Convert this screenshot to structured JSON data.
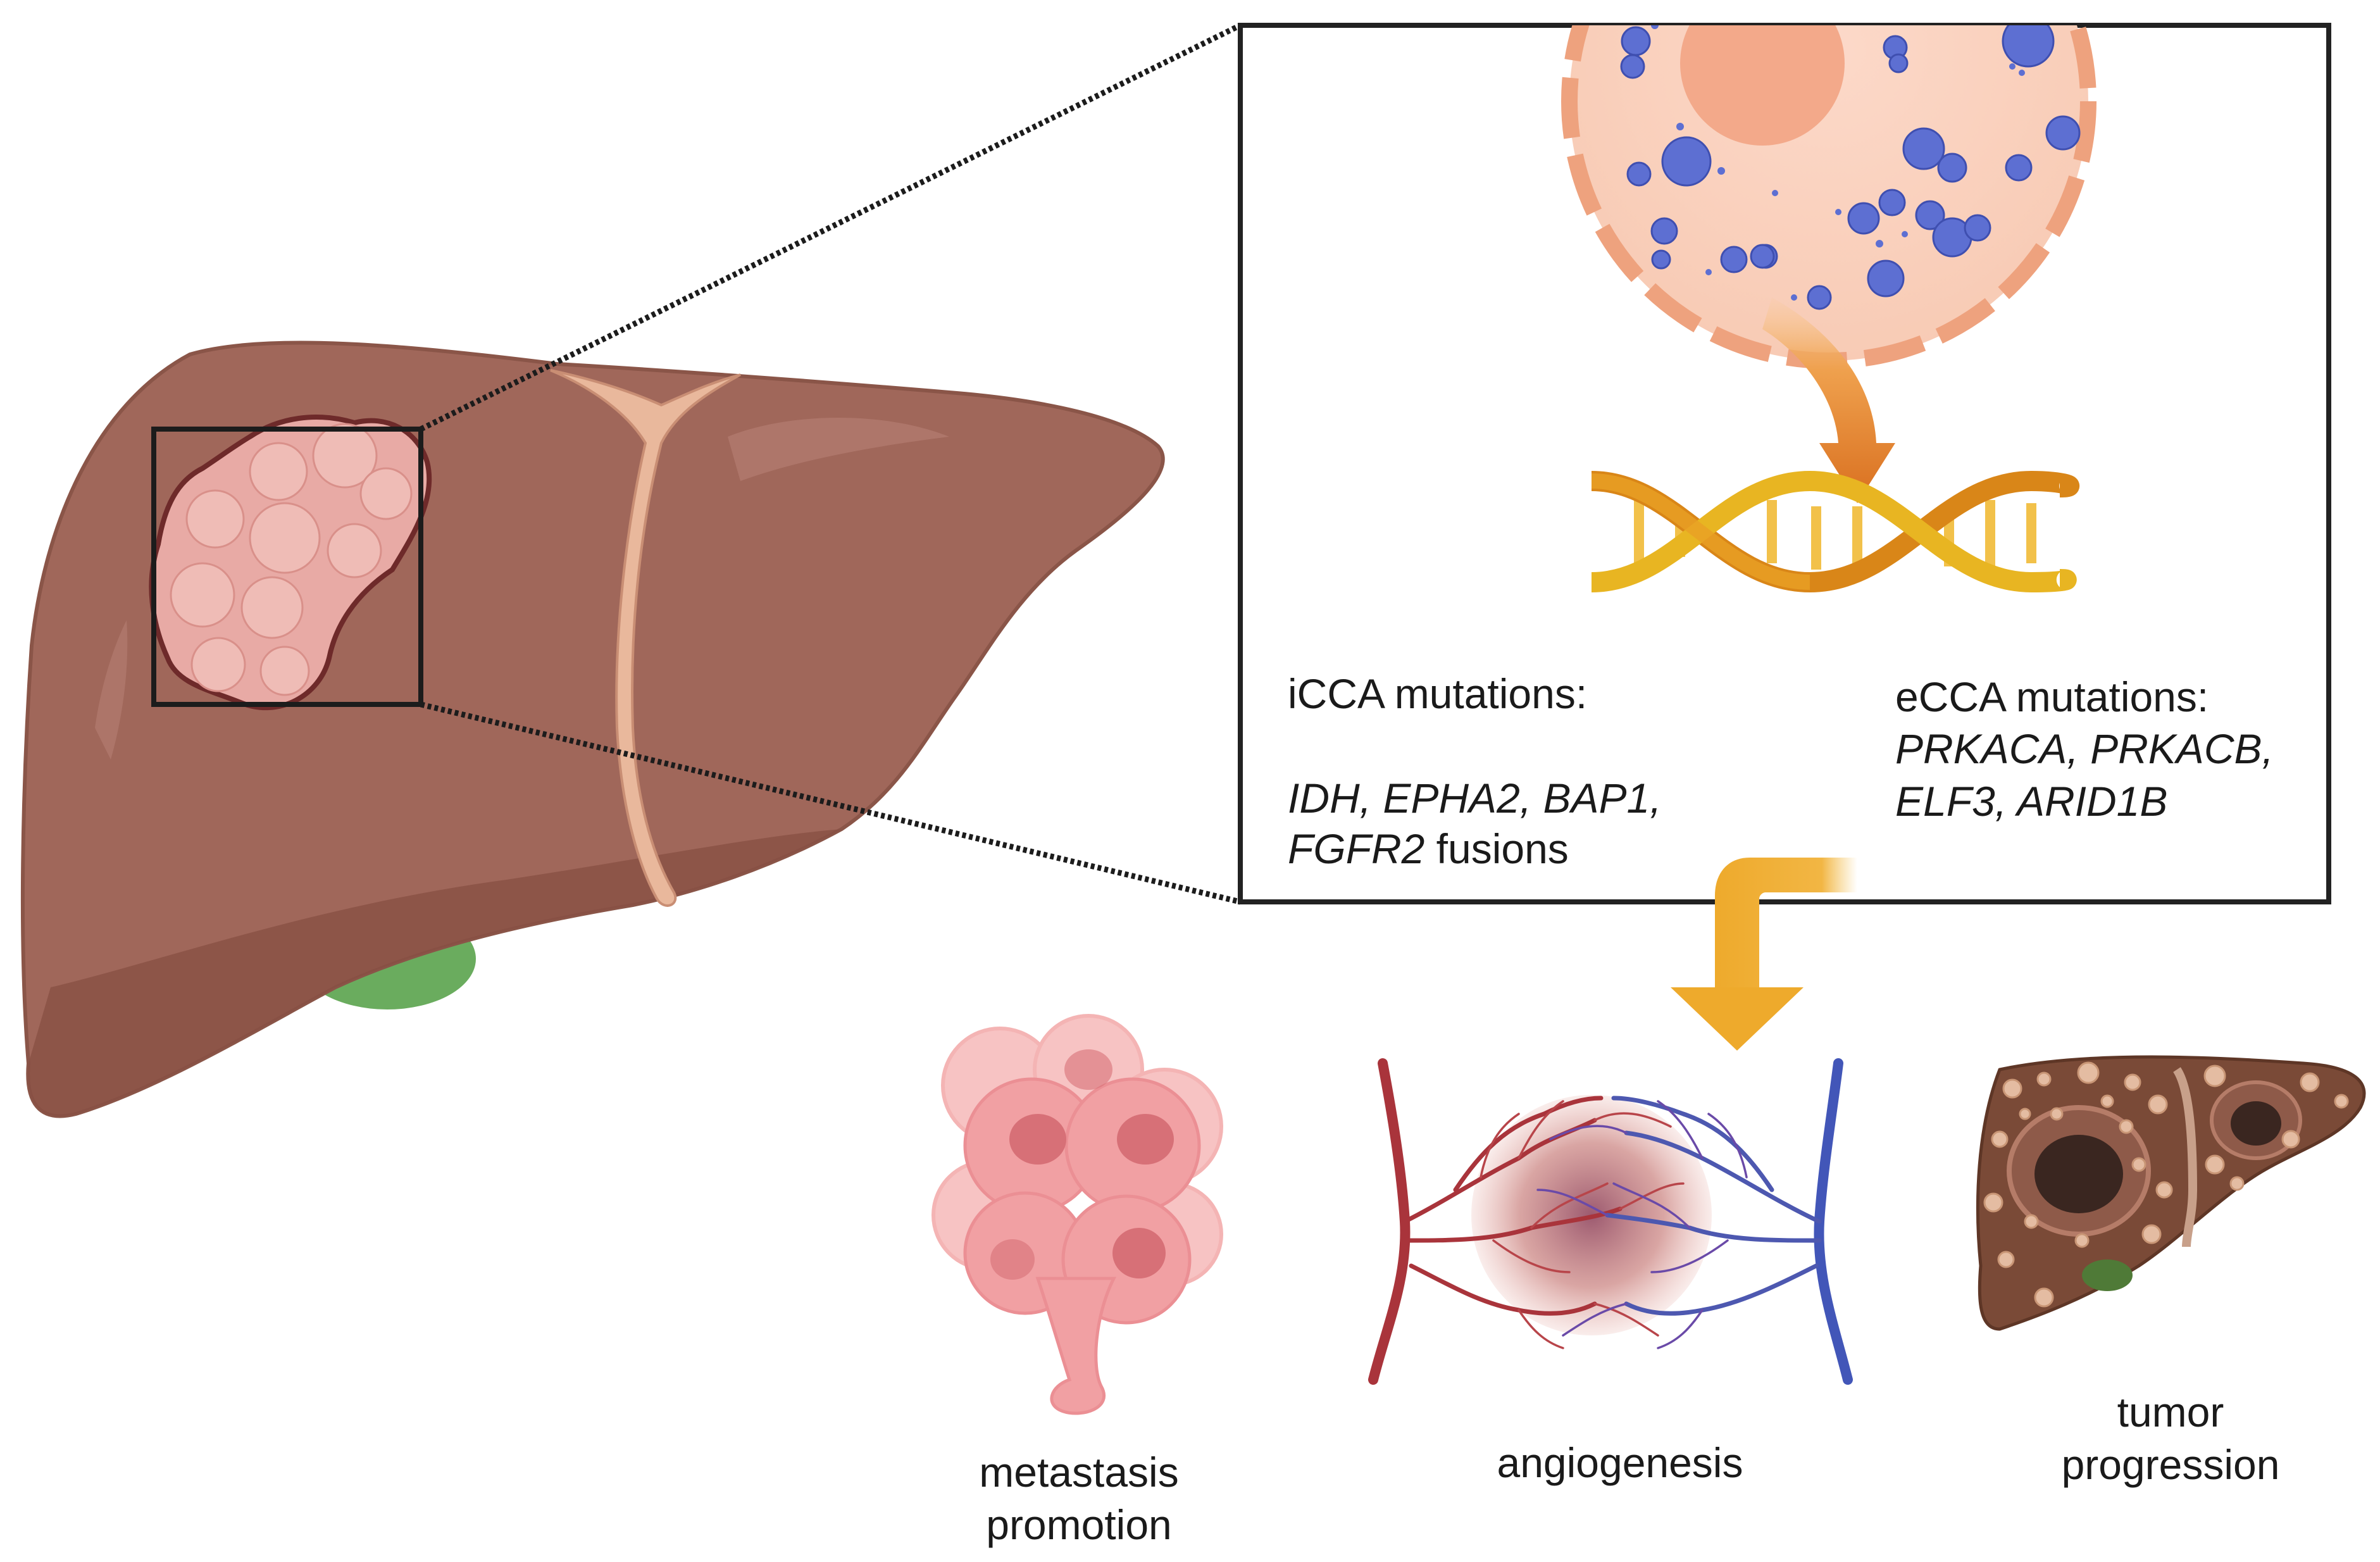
{
  "icca": {
    "title": "iCCA mutations:",
    "genes_line1": "IDH, EPHA2, BAP1,",
    "genes_line2_gene": "FGFR2",
    "genes_line2_suffix": " fusions"
  },
  "ecca": {
    "title": "eCCA mutations:",
    "genes_line1": "PRKACA, PRKACB,",
    "genes_line2": "ELF3, ARID1B"
  },
  "outcomes": {
    "metastasis_line1": "metastasis",
    "metastasis_line2": "promotion",
    "angiogenesis": "angiogenesis",
    "tumor_line1": "tumor",
    "tumor_line2": "progression"
  },
  "colors": {
    "liver": "#a0675a",
    "tumor": "#e8aaa5",
    "cell_membrane": "#eea27e",
    "vesicle": "#5d6fd2",
    "dna": "#e3a21e",
    "arrow": "#f0b23a",
    "artery": "#b03a32",
    "vein": "#4256b8",
    "gallbladder": "#6aac5e"
  }
}
